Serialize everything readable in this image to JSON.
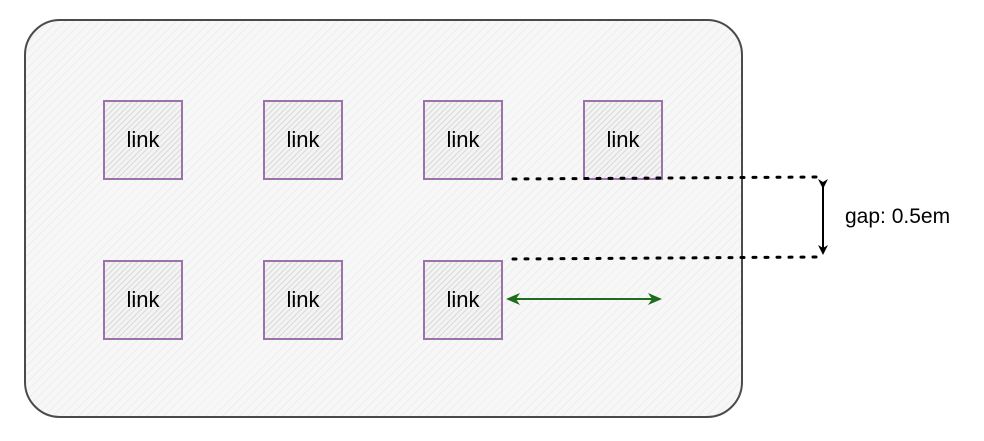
{
  "links": [
    {
      "label": "link"
    },
    {
      "label": "link"
    },
    {
      "label": "link"
    },
    {
      "label": "link"
    },
    {
      "label": "link"
    },
    {
      "label": "link"
    },
    {
      "label": "link"
    }
  ],
  "annotation": {
    "gap_label": "gap: 0.5em"
  },
  "colors": {
    "link_border": "#9b72aa",
    "horizontal_arrow": "#1f6b1f",
    "container_border": "#4a4a4a"
  }
}
